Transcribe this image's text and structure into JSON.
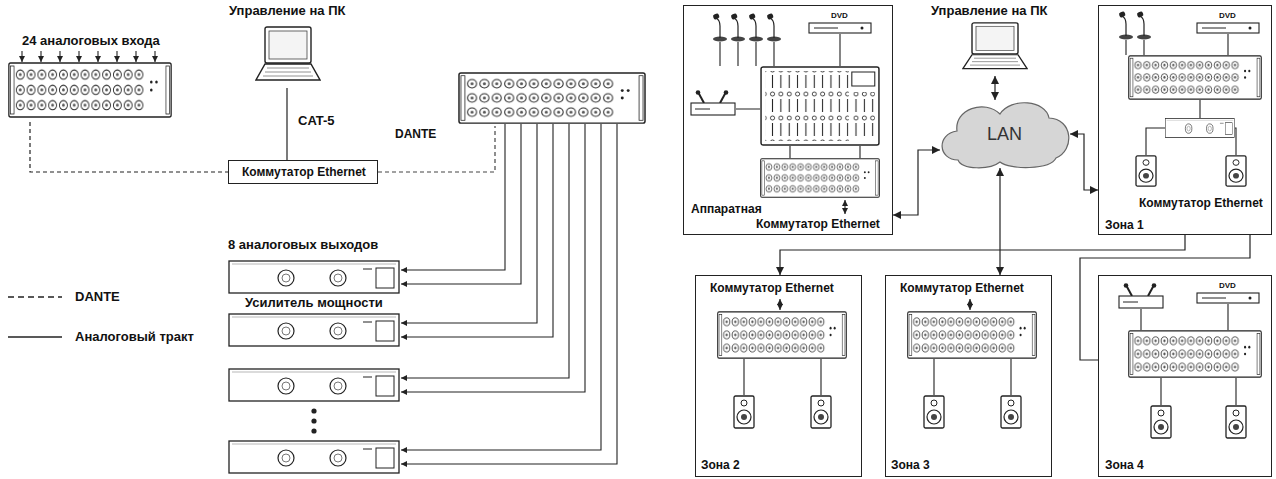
{
  "diagram": {
    "nodes": [
      {
        "text": [
          "24 аналоговых входа"
        ]
      },
      {
        "text": [
          "Управление на ПК"
        ]
      },
      {
        "text": [
          "Коммутатор Ethernet"
        ]
      },
      {
        "text": [
          "Аппаратная",
          "Коммутатор Ethernet"
        ]
      },
      {
        "text": [
          "Управление на ПК"
        ]
      },
      {
        "text": [
          "LAN"
        ]
      },
      {
        "text": [
          "Коммутатор Ethernet",
          "Зона 1"
        ]
      },
      {
        "text": [
          "Коммутатор Ethernet",
          "Зона 2"
        ]
      },
      {
        "text": [
          "Коммутатор Ethernet",
          "Зона 3"
        ]
      },
      {
        "text": [
          "Зона 4"
        ]
      }
    ],
    "edges": [
      {
        "from": 0,
        "to": 2,
        "arrow": "none"
      },
      {
        "from": 1,
        "to": 2,
        "label": "CAT-5",
        "arrow": "none"
      },
      {
        "from": 3,
        "to": 5,
        "arrow": "both"
      },
      {
        "from": 4,
        "to": 5,
        "arrow": "both"
      },
      {
        "from": 5,
        "to": 6,
        "arrow": "both"
      },
      {
        "from": 6,
        "to": 7,
        "arrow": "to"
      },
      {
        "from": 8,
        "to": 5,
        "arrow": "both"
      },
      {
        "from": 6,
        "to": 9,
        "arrow": "none"
      }
    ],
    "labels": [
      "DANTE",
      "8 аналоговых выходов",
      "Усилитель мощности",
      "DVD",
      "DVD",
      "DVD"
    ],
    "legend": [
      {
        "text": "DANTE"
      },
      {
        "text": "Аналоговый тракт"
      }
    ]
  }
}
